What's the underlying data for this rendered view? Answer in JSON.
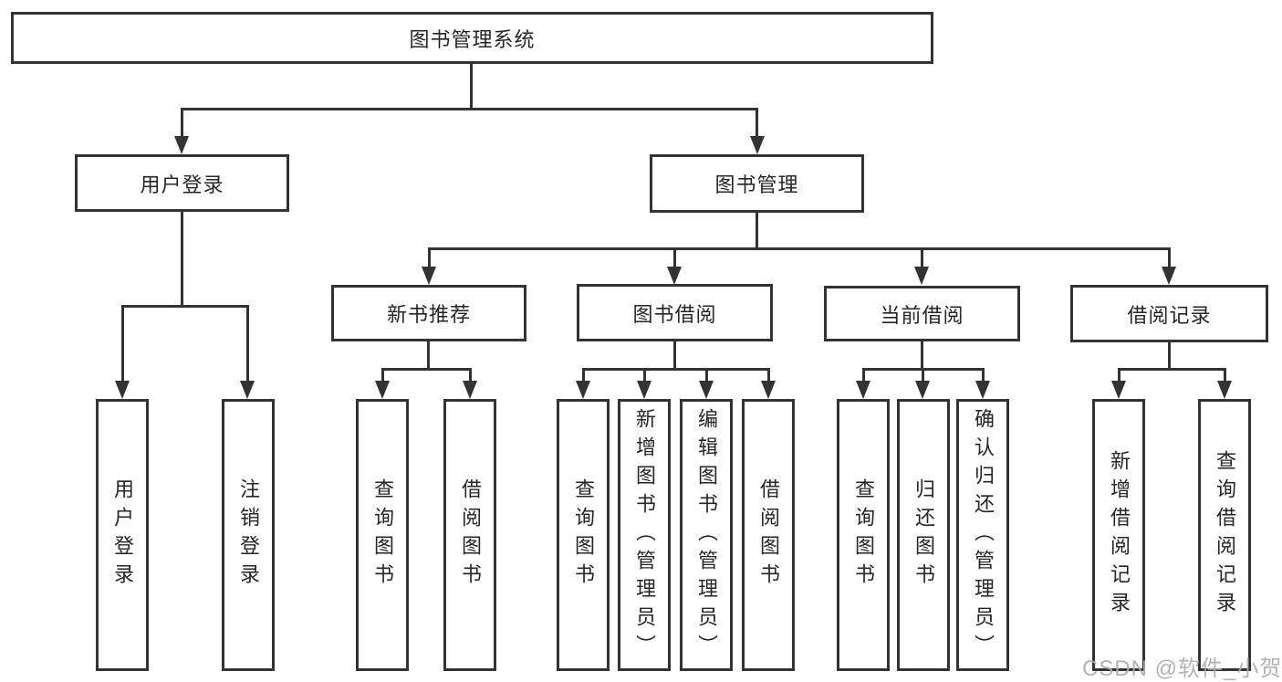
{
  "title": "图书管理系统",
  "tree": {
    "label": "图书管理系统",
    "children": [
      {
        "label": "用户登录",
        "children": [
          {
            "label": "用户登录"
          },
          {
            "label": "注销登录"
          }
        ]
      },
      {
        "label": "图书管理",
        "children": [
          {
            "label": "新书推荐",
            "children": [
              {
                "label": "查询图书"
              },
              {
                "label": "借阅图书"
              }
            ]
          },
          {
            "label": "图书借阅",
            "children": [
              {
                "label": "查询图书"
              },
              {
                "label": "新增图书（管理员）"
              },
              {
                "label": "编辑图书（管理员）"
              },
              {
                "label": "借阅图书"
              }
            ]
          },
          {
            "label": "当前借阅",
            "children": [
              {
                "label": "查询图书"
              },
              {
                "label": "归还图书"
              },
              {
                "label": "确认归还（管理员）"
              }
            ]
          },
          {
            "label": "借阅记录",
            "children": [
              {
                "label": "新增借阅记录"
              },
              {
                "label": "查询借阅记录"
              }
            ]
          }
        ]
      }
    ]
  },
  "watermark": "CSDN @软件_小贺同学",
  "colors": {
    "line": "#333333",
    "text": "#262626",
    "background": "#ffffff",
    "watermark": "#acacac"
  }
}
